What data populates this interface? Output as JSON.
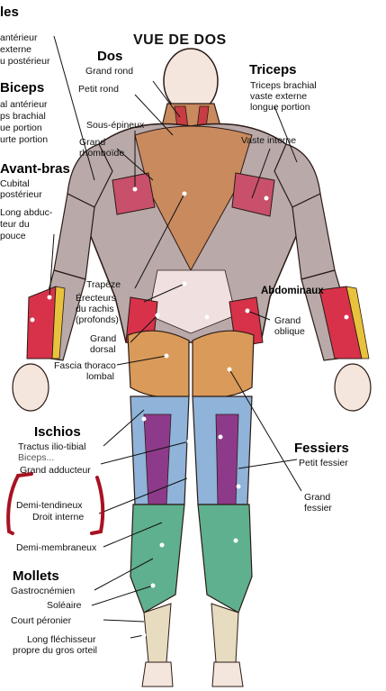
{
  "title": "VUE DE DOS",
  "sections": {
    "top_left_partial": "les",
    "dos": "Dos",
    "triceps": "Triceps",
    "biceps": "Biceps",
    "avant_bras": "Avant-bras",
    "abdominaux": "Abdominaux",
    "ischios": "Ischios",
    "fessiers": "Fessiers",
    "mollets": "Mollets"
  },
  "labels": {
    "deltoid_1": "antérieur",
    "deltoid_2": "externe",
    "deltoid_3": "u postérieur",
    "biceps_1": "al antérieur",
    "biceps_2": "ps brachial",
    "biceps_3": "ue portion",
    "biceps_4": "urte portion",
    "avant_1": "Cubital",
    "avant_2": "postérieur",
    "avant_3": "Long abduc-",
    "avant_4": "teur du",
    "avant_5": "pouce",
    "grand_rond": "Grand rond",
    "petit_rond": "Petit rond",
    "sous_epineux": "Sous-épineux",
    "grand_rhomboide_1": "Grand",
    "grand_rhomboide_2": "rhomboïde",
    "triceps_1": "Triceps brachial",
    "triceps_2": "vaste externe",
    "triceps_3": "longue portion",
    "vaste_interne": "Vaste interne",
    "trapeze": "Trapèze",
    "erecteurs_1": "Érecteurs",
    "erecteurs_2": "du rachis",
    "erecteurs_3": "(profonds)",
    "grand_dorsal_1": "Grand",
    "grand_dorsal_2": "dorsal",
    "fascia_1": "Fascia thoraco",
    "fascia_2": "lombal",
    "grand_oblique_1": "Grand",
    "grand_oblique_2": "oblique",
    "tractus": "Tractus ilio-tibial",
    "biceps_femoral": "Biceps...",
    "grand_adducteur": "Grand adducteur",
    "demi_tendineux": "Demi-tendineux",
    "droit_interne": "Droit interne",
    "demi_membraneux": "Demi-membraneux",
    "petit_fessier": "Petit fessier",
    "grand_fessier_1": "Grand",
    "grand_fessier_2": "fessier",
    "gastrocnemien": "Gastrocnémien",
    "soleaire": "Soléaire",
    "court_peronier": "Court péronier",
    "long_flechisseur_1": "Long fléchisseur",
    "long_flechisseur_2": "propre du gros orteil"
  },
  "colors": {
    "skin": "#f2d9cc",
    "outline": "#2a1a14",
    "muscle_grey": "#b9a9a9",
    "muscle_brown": "#c98a5e",
    "muscle_orange": "#d99a5a",
    "muscle_red": "#d8324a",
    "muscle_pink": "#c86a8a",
    "muscle_blue": "#8fb3d9",
    "muscle_purple": "#8e3a8a",
    "muscle_green": "#5fb08e",
    "muscle_yellow": "#e8c23c",
    "highlight_box": "#a81222",
    "leader_line": "#111111"
  }
}
